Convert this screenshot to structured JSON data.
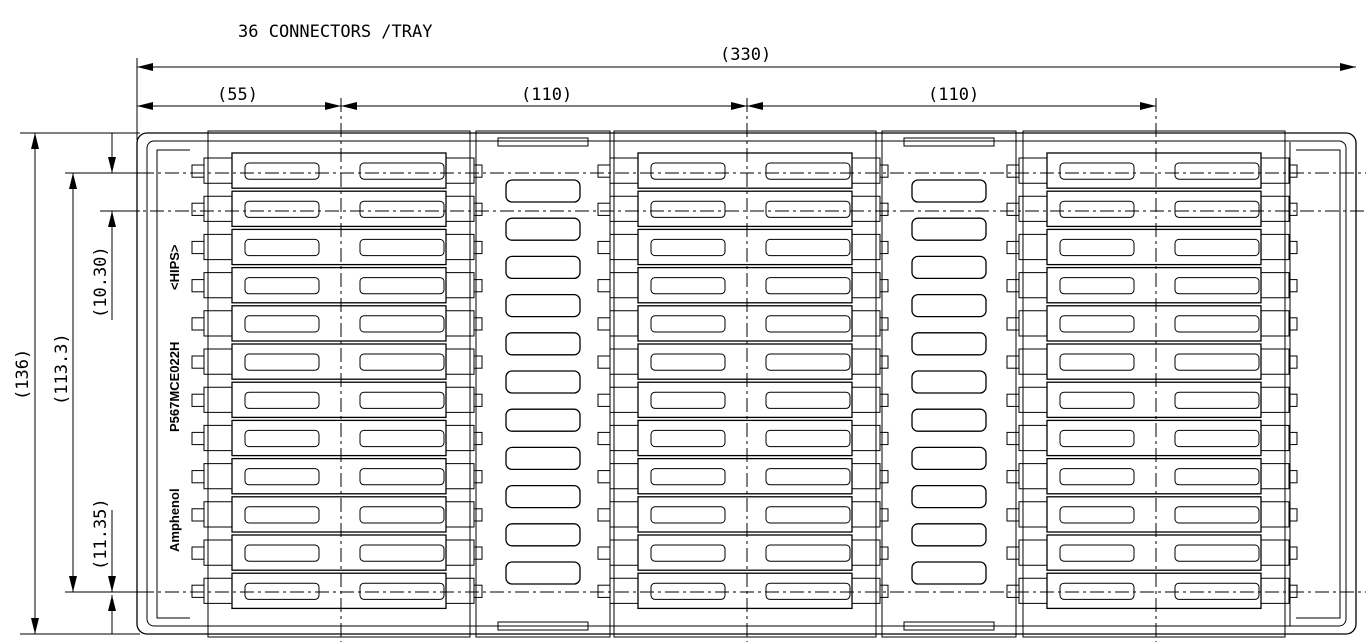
{
  "drawing": {
    "title": "36 CONNECTORS /TRAY",
    "dimensions": {
      "overall_width": "(330)",
      "left_offset": "(55)",
      "pitch_1": "(110)",
      "pitch_2": "(110)",
      "overall_height": "(136)",
      "inner_height": "(113.3)",
      "row_pitch": "(10.30)",
      "edge_offset": "(11.35)"
    },
    "tray_markings": {
      "material": "<HIPS>",
      "part_number": "P567MCE022H",
      "brand": "Amphenol"
    },
    "layout": {
      "columns": 3,
      "rows_per_column": 12,
      "separator_slots_per_gap": 11
    }
  }
}
